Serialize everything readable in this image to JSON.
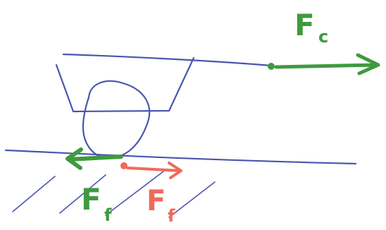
{
  "diagram": {
    "labels": {
      "fc": {
        "main": "F",
        "sub": "c"
      },
      "ff_green": {
        "main": "F",
        "sub": "f"
      },
      "ff_red": {
        "main": "F",
        "sub": "f"
      }
    },
    "colors": {
      "blue_ink": "#4a55b0",
      "green_ink": "#3f9a3f",
      "red_ink": "#ef6a5a",
      "background": "#ffffff"
    }
  }
}
